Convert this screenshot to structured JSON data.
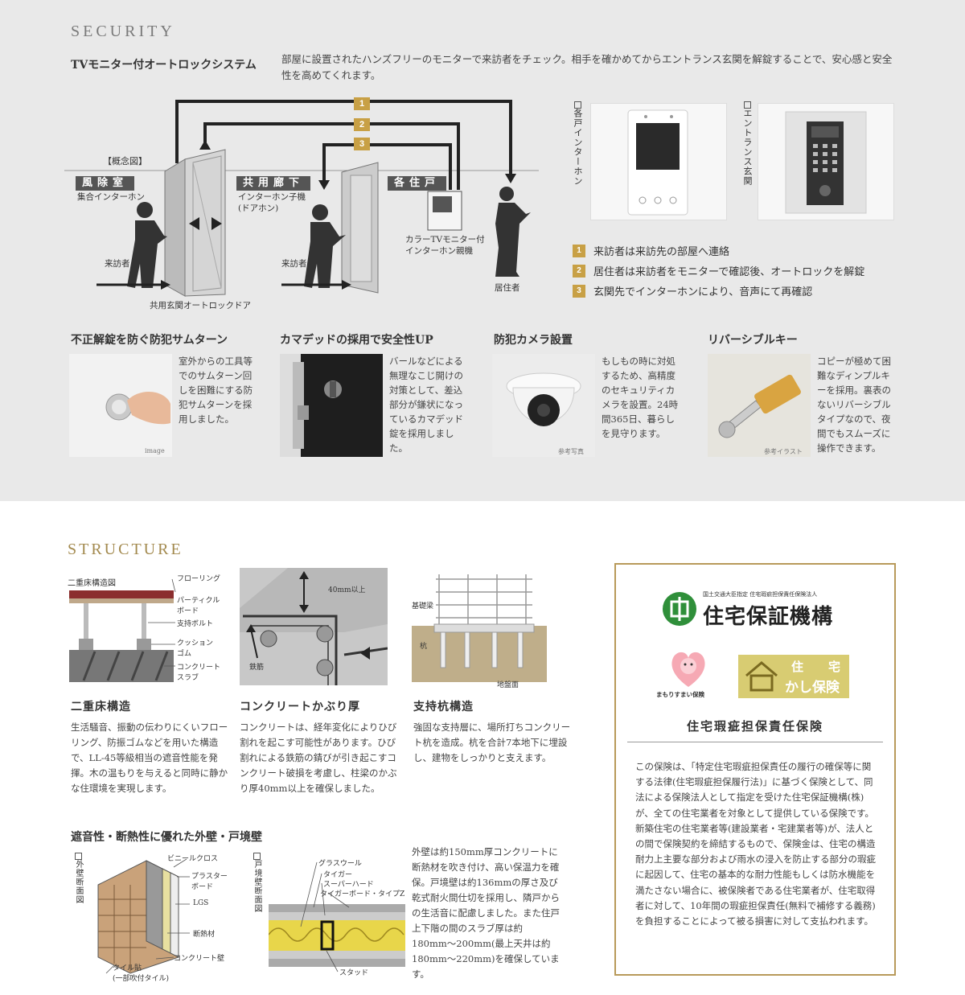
{
  "security": {
    "title": "SECURITY",
    "subtitle": "TVモニター付オートロックシステム",
    "description": "部屋に設置されたハンズフリーのモニターで来訪者をチェック。相手を確かめてからエントランス玄関を解錠することで、安心感と安全性を高めてくれます。",
    "diagram": {
      "label_overview": "【概念図】",
      "zone_windbreak": "風除室",
      "zone_corridor": "共用廊下",
      "zone_unit": "各住戸",
      "sub_windbreak": "集合インターホン",
      "sub_corridor_1": "インターホン子機",
      "sub_corridor_2": "(ドアホン)",
      "sub_monitor_1": "カラーTVモニター付",
      "sub_monitor_2": "インターホン親機",
      "visitor_1": "来訪者",
      "visitor_2": "来訪者",
      "resident": "居住者",
      "door": "共用玄関オートロックドア",
      "num_1": "1",
      "num_2": "2",
      "num_3": "3"
    },
    "photo_unit_label": "各戸インターホン",
    "photo_entrance_label": "エントランス玄関",
    "steps": [
      {
        "num": "1",
        "text": "来訪者は来訪先の部屋へ連絡"
      },
      {
        "num": "2",
        "text": "居住者は来訪者をモニターで確認後、オートロックを解錠"
      },
      {
        "num": "3",
        "text": "玄関先でインターホンにより、音声にて再確認"
      }
    ],
    "features": [
      {
        "title": "不正解錠を防ぐ防犯サムターン",
        "text": "室外からの工具等でのサムターン回しを困難にする防犯サムターンを採用しました。",
        "caption": "image"
      },
      {
        "title": "カマデッドの採用で安全性UP",
        "text": "バールなどによる無理なこじ開けの対策として、差込部分が鎌状になっているカマデッド錠を採用しました。",
        "caption": ""
      },
      {
        "title": "防犯カメラ設置",
        "text": "もしもの時に対処するため、高精度のセキュリティカメラを設置。24時間365日、暮らしを見守ります。",
        "caption": "参考写真"
      },
      {
        "title": "リバーシブルキー",
        "text": "コピーが極めて困難なディンプルキーを採用。裏表のないリバーシブルタイプなので、夜間でもスムーズに操作できます。",
        "caption": "参考イラスト"
      }
    ]
  },
  "structure": {
    "title": "STRUCTURE",
    "items": [
      {
        "title": "二重床構造",
        "text": "生活騒音、振動の伝わりにくいフローリング、防振ゴムなどを用いた構造で、LL-45等級相当の遮音性能を発揮。木の温もりを与えると同時に静かな住環境を実現します。"
      },
      {
        "title": "コンクリートかぶり厚",
        "text": "コンクリートは、経年変化によりひび割れを起こす可能性があります。ひび割れによる鉄筋の錆びが引き起こすコンクリート破損を考慮し、柱梁のかぶり厚40mm以上を確保しました。"
      },
      {
        "title": "支持杭構造",
        "text": "強固な支持層に、場所打ちコンクリート杭を造成。杭を合計7本地下に埋設し、建物をしっかりと支えます。"
      }
    ],
    "fig1": {
      "title": "二重床構造図",
      "flooring": "フローリング",
      "particle_1": "パーティクル",
      "particle_2": "ボード",
      "bolt": "支持ボルト",
      "cushion_1": "クッション",
      "cushion_2": "ゴム",
      "slab_1": "コンクリート",
      "slab_2": "スラブ"
    },
    "fig2": {
      "cover": "40mm以上",
      "rebar": "鉄筋"
    },
    "fig3": {
      "base": "基礎梁",
      "pile": "杭",
      "ground": "地盤面"
    },
    "wall": {
      "title": "遮音性・断熱性に優れた外壁・戸境壁",
      "label_outer": "外壁断面図",
      "label_party": "戸境壁断面図",
      "outer": {
        "vinyl": "ビニールクロス",
        "plaster_1": "プラスター",
        "plaster_2": "ボード",
        "lgs": "LGS",
        "insulation": "断熱材",
        "concrete": "コンクリート壁",
        "tile_1": "タイル貼",
        "tile_2": "(一部吹付タイル)"
      },
      "party": {
        "glass": "グラスウール",
        "tiger": "タイガー",
        "super": "スーパーハード",
        "tigerz": "タイガーボード・タイプZ",
        "stud": "スタッド"
      },
      "text": "外壁は約150mm厚コンクリートに断熱材を吹き付け、高い保温力を確保。戸境壁は約136mmの厚さ及び乾式耐火間仕切を採用し、隣戸からの生活音に配慮しました。また住戸上下階の間のスラブ厚は約180mm〜200mm(最上天井は約180mm〜220mm)を確保しています。"
    },
    "insurance": {
      "org_small": "国土交通大臣指定 住宅瑕疵担保責任保険法人",
      "org_name": "住宅保証機構",
      "mascot": "まもりすまい保険",
      "badge_1": "住",
      "badge_2": "宅",
      "badge_3": "かし保険",
      "heading": "住宅瑕疵担保責任保険",
      "text": "この保険は、「特定住宅瑕疵担保責任の履行の確保等に関する法律(住宅瑕疵担保履行法)」に基づく保険として、同法による保険法人として指定を受けた住宅保証機構(株)が、全ての住宅業者を対象として提供している保険です。新築住宅の住宅業者等(建設業者・宅建業者等)が、法人との間で保険契約を締結するもので、保険金は、住宅の構造耐力上主要な部分および雨水の浸入を防止する部分の瑕疵に起因して、住宅の基本的な耐力性能もしくは防水機能を満たさない場合に、被保険者である住宅業者が、住宅取得者に対して、10年間の瑕疵担保責任(無料で補修する義務)を負担することによって被る損害に対して支払われます。"
    }
  }
}
